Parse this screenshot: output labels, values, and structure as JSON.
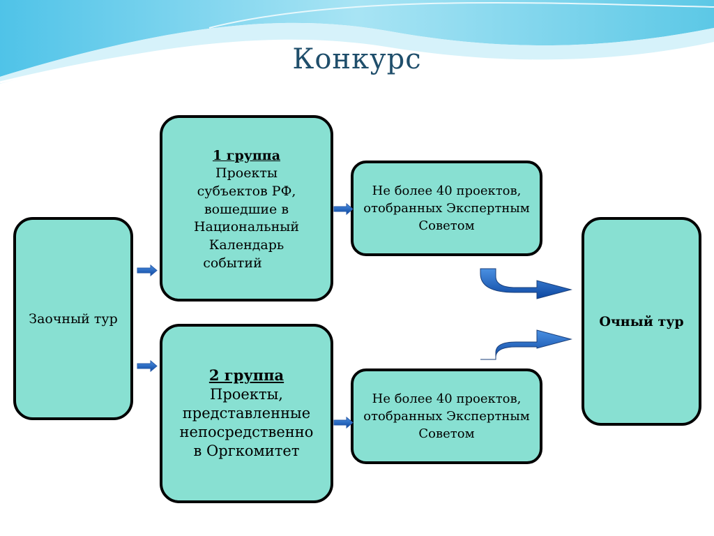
{
  "title": "Конкурс",
  "nodes": {
    "zaochny": {
      "label": "Заочный тур"
    },
    "group1": {
      "heading": "1 группа",
      "lines": [
        "Проекты",
        "субъектов РФ,",
        "вошедшие в",
        "Национальный",
        "Календарь",
        "событий"
      ]
    },
    "group2": {
      "heading": "2 группа",
      "lines": [
        "Проекты,",
        "представленные",
        "непосредственно",
        "в Оргкомитет"
      ]
    },
    "select1": {
      "lines": [
        "Не более 40 проектов,",
        "отобранных Экспертным",
        "Советом"
      ]
    },
    "select2": {
      "lines": [
        "Не более 40 проектов,",
        "отобранных Экспертным",
        "Советом"
      ]
    },
    "ochny": {
      "label": "Очный тур"
    }
  },
  "edges": [
    {
      "from": "zaochny",
      "to": "group1"
    },
    {
      "from": "zaochny",
      "to": "group2"
    },
    {
      "from": "group1",
      "to": "select1"
    },
    {
      "from": "group2",
      "to": "select2"
    },
    {
      "from": "select1",
      "to": "ochny"
    },
    {
      "from": "select2",
      "to": "ochny"
    }
  ],
  "colors": {
    "box_fill": "#88e0d2",
    "arrow_blue": "#1565c0",
    "title": "#1f4e6b"
  }
}
